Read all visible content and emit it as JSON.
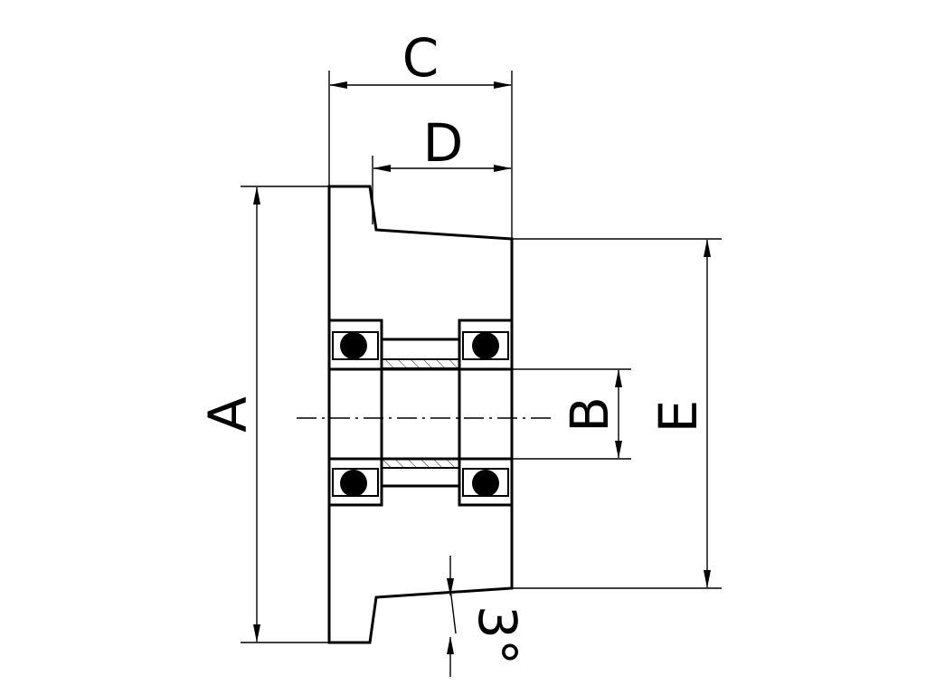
{
  "drawing": {
    "labels": {
      "A": "A",
      "B": "B",
      "C": "C",
      "D": "D",
      "E": "E",
      "angle": "3°"
    },
    "colors": {
      "line": "#000000",
      "background": "#ffffff"
    }
  }
}
